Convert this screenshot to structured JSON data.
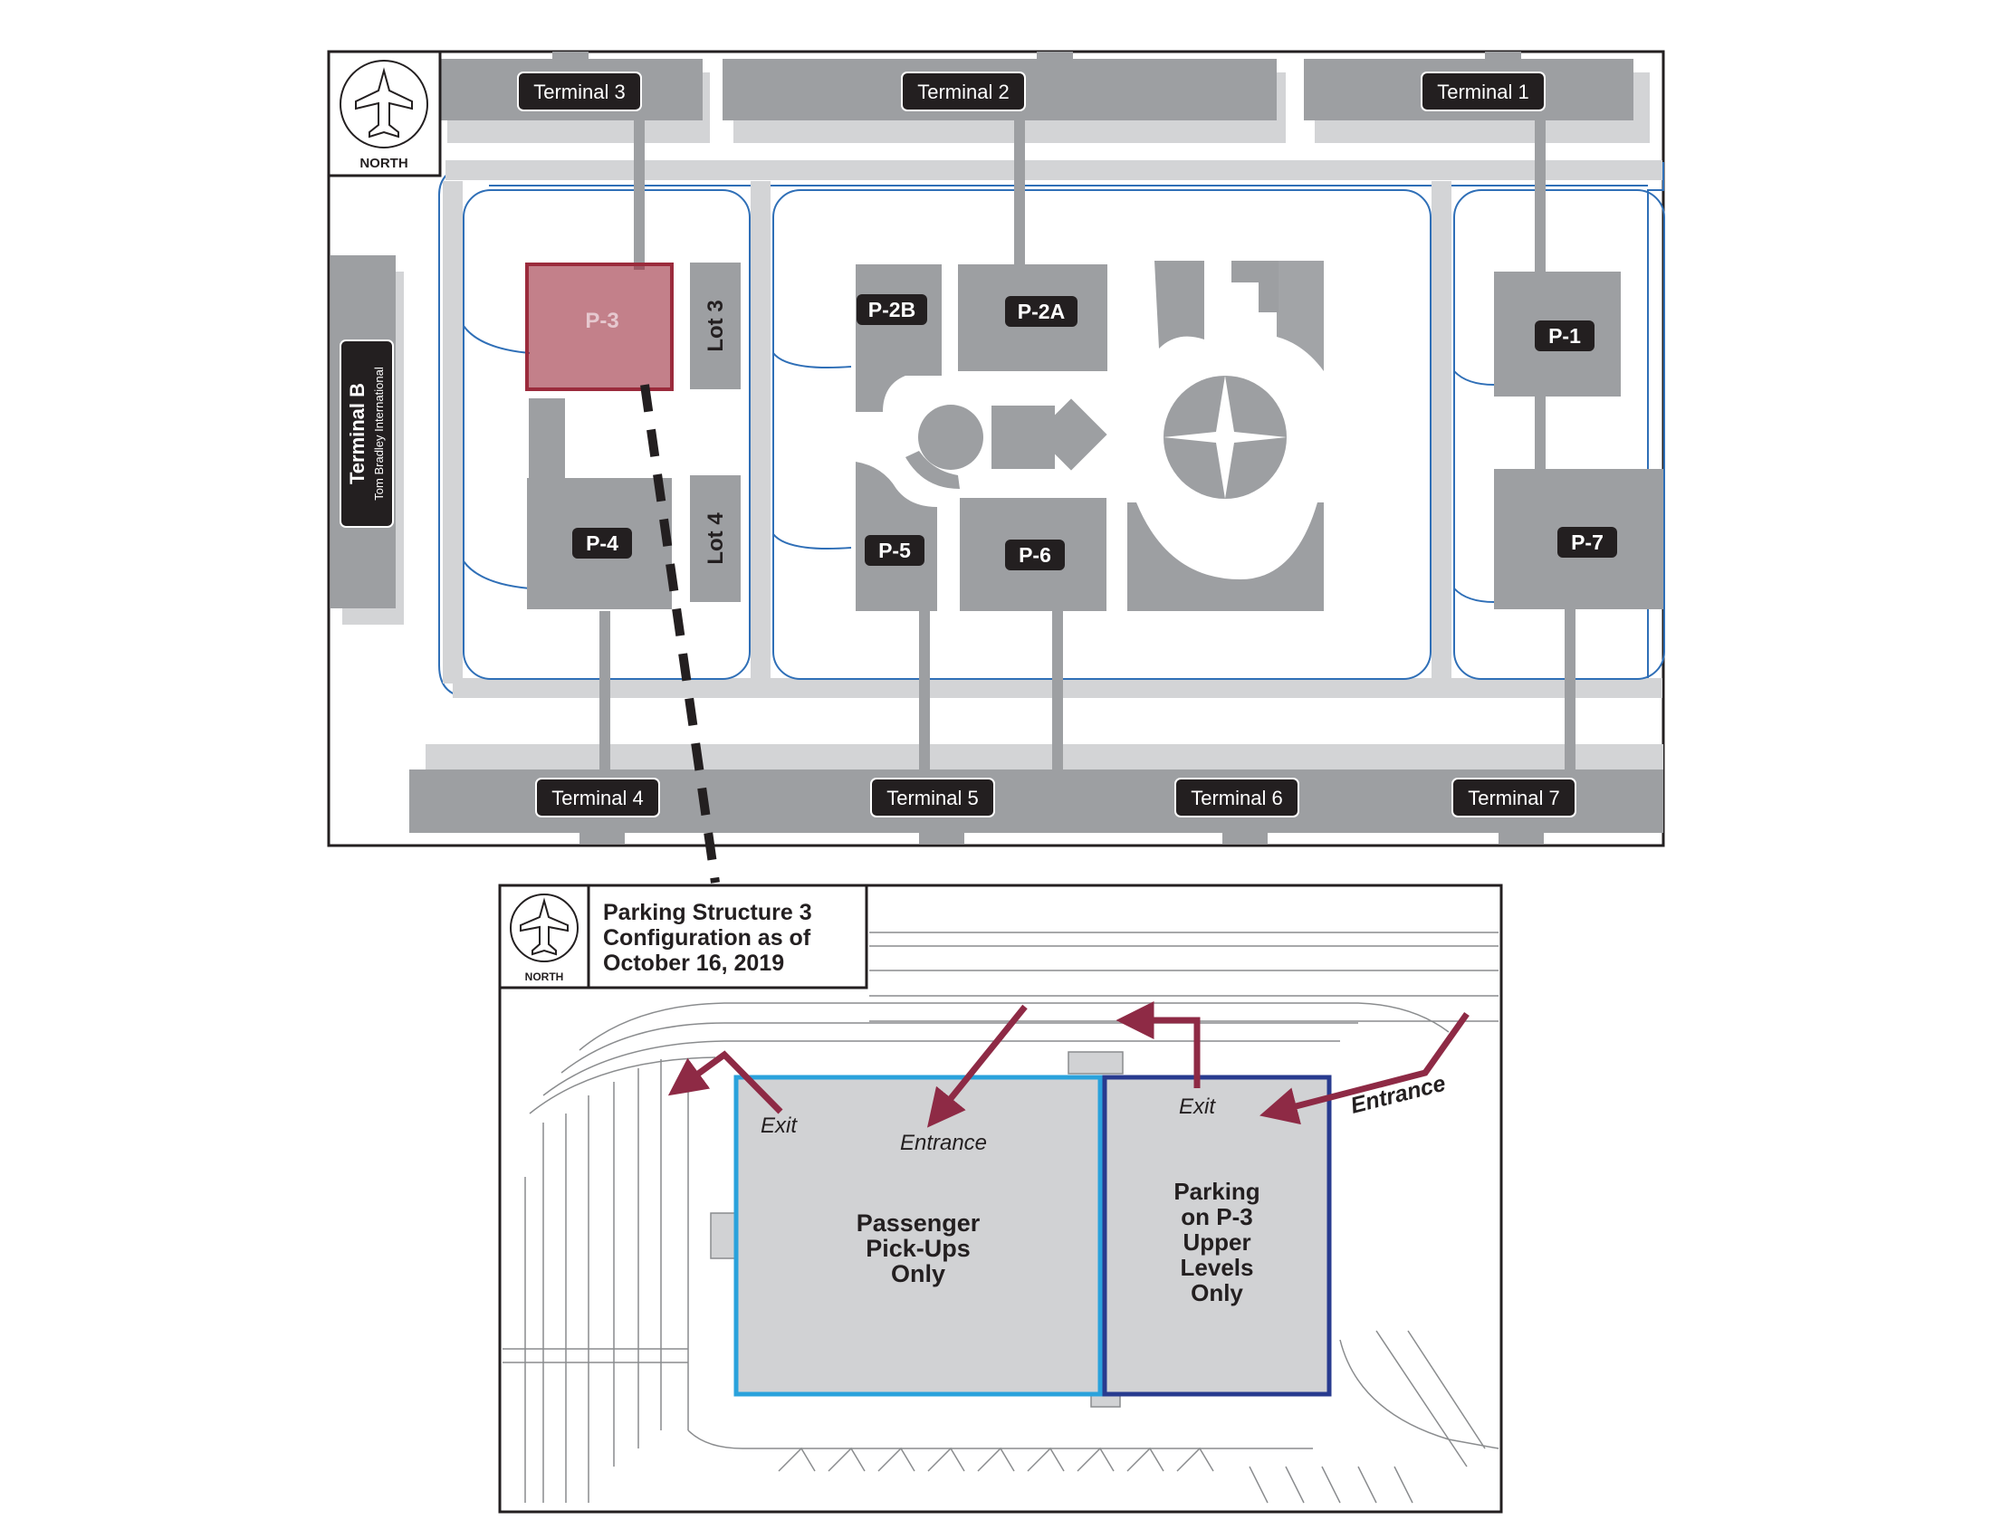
{
  "overview_map": {
    "north_label": "NORTH",
    "terminals_top": [
      "Terminal 3",
      "Terminal 2",
      "Terminal 1"
    ],
    "terminals_bottom": [
      "Terminal 4",
      "Terminal 5",
      "Terminal 6",
      "Terminal 7"
    ],
    "terminal_b": {
      "name": "Terminal B",
      "sub": "Tom Bradley International"
    },
    "structures": [
      "P-3",
      "P-2B",
      "P-2A",
      "P-1",
      "P-4",
      "P-5",
      "P-6",
      "P-7"
    ],
    "lots": [
      "Lot 3",
      "Lot 4"
    ],
    "highlight": "P-3"
  },
  "detail_map": {
    "north_label": "NORTH",
    "title_lines": [
      "Parking Structure 3",
      "Configuration as of",
      "October 16, 2019"
    ],
    "left_zone_lines": [
      "Passenger",
      "Pick-Ups",
      "Only"
    ],
    "right_zone_lines": [
      "Parking",
      "on P-3",
      "Upper",
      "Levels",
      "Only"
    ],
    "arrow_labels": {
      "exit_left": "Exit",
      "entrance_left": "Entrance",
      "exit_right": "Exit",
      "entrance_right": "Entrance"
    }
  },
  "colors": {
    "building": "#9d9fa2",
    "shadow": "#d3d4d6",
    "road_edge": "#2f6fb7",
    "label_bg": "#231f20",
    "highlight": "#9b2b3c",
    "arrow": "#8e2a45",
    "zone_left": "#2aa2dc",
    "zone_right": "#283b8f",
    "zone_fill": "#d1d2d4"
  }
}
